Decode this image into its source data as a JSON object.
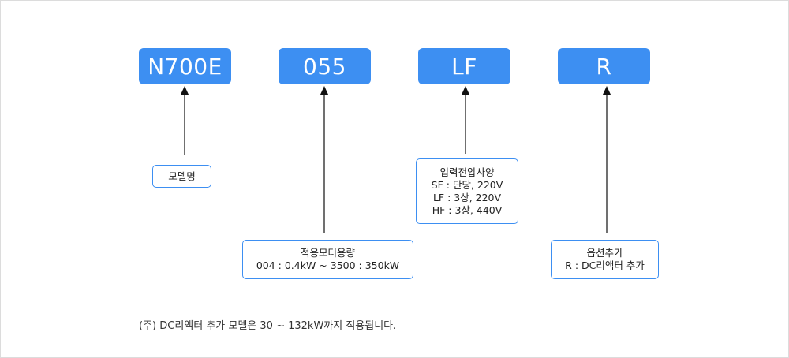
{
  "codes": [
    {
      "label": "N700E"
    },
    {
      "label": "055"
    },
    {
      "label": "LF"
    },
    {
      "label": "R"
    }
  ],
  "descriptions": [
    {
      "title": "모델명",
      "lines": []
    },
    {
      "title": "적용모터용량",
      "lines": [
        "004 : 0.4kW ~ 3500 : 350kW"
      ]
    },
    {
      "title": "입력전압사양",
      "lines": [
        "SF : 단당, 220V",
        "LF : 3상, 220V",
        "HF : 3상, 440V"
      ]
    },
    {
      "title": "옵션추가",
      "lines": [
        "R : DC리액터 추가"
      ]
    }
  ],
  "note": "(주) DC리액터 추가 모델은 30 ~ 132kW까지 적용됩니다.",
  "colors": {
    "accent": "#3d8ff2",
    "border": "#dcdcdc",
    "arrow": "#111111"
  }
}
